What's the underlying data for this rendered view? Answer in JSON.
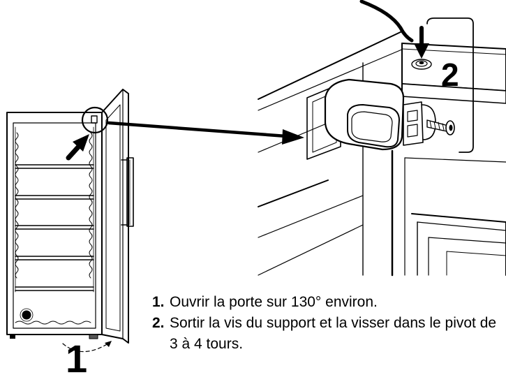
{
  "steps": [
    {
      "number": "1.",
      "text": "Ouvrir la porte sur 130° environ."
    },
    {
      "number": "2.",
      "text": "Sortir la vis du support et la visser dans le pivot de 3 à 4 tours."
    }
  ],
  "callouts": {
    "one": "1",
    "two": "2"
  },
  "icons": {
    "fridge": "fridge-illustration",
    "hinge": "hinge-detail-illustration",
    "arrow": "pointer-arrow"
  },
  "colors": {
    "ink": "#000000",
    "paper": "#ffffff"
  }
}
